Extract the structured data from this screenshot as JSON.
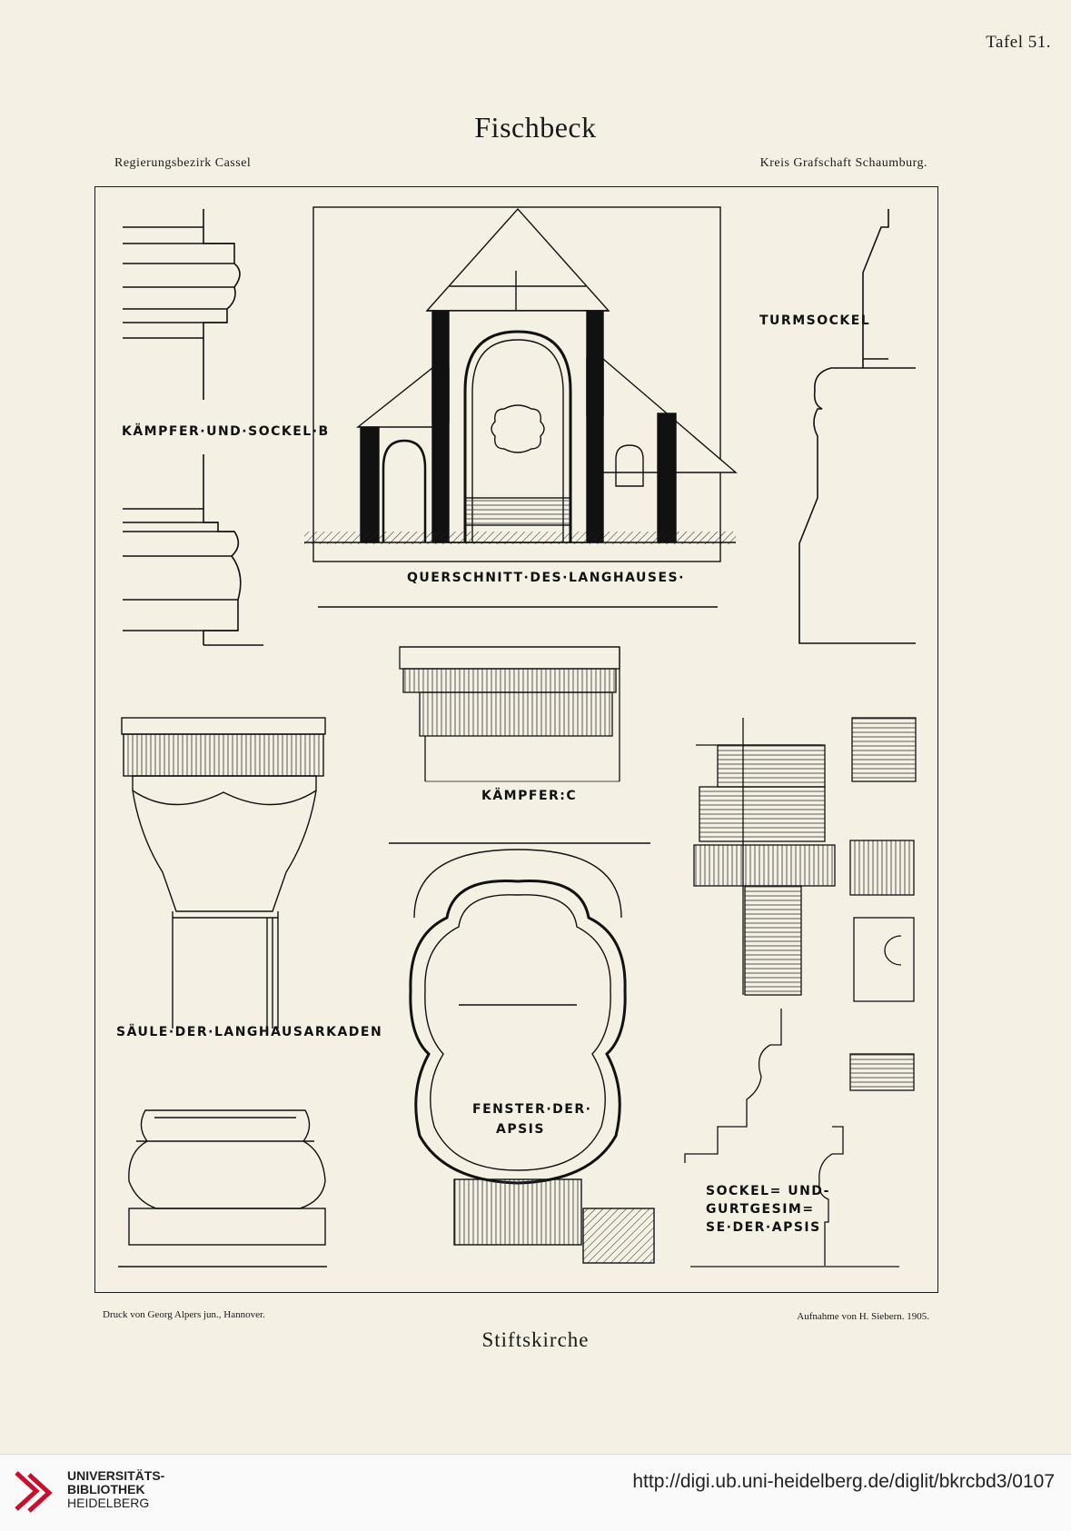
{
  "header": {
    "plate_number": "Tafel 51.",
    "title": "Fischbeck",
    "region_left": "Regierungsbezirk Cassel",
    "region_right": "Kreis Grafschaft Schaumburg."
  },
  "drawing_labels": {
    "kaempfer_b": "KÄMPFER·UND·SOCKEL·B",
    "querschnitt": "QUERSCHNITT·DES·LANGHAUSES·",
    "turmsockel": "TURMSOCKEL",
    "kaempfer_c": "KÄMPFER:C",
    "saeule": "SÄULE·DER·LANGHAUSARKADEN",
    "fenster_line1": "FENSTER·DER·",
    "fenster_line2": "APSIS",
    "sockel_line1": "SOCKEL= UND-",
    "sockel_line2": "GURTGESIM=",
    "sockel_line3": "SE·DER·APSIS"
  },
  "credits": {
    "printer": "Druck von Georg Alpers jun., Hannover.",
    "survey": "Aufnahme von H. Siebern.  1905."
  },
  "subtitle": "Stiftskirche",
  "footer": {
    "library_line1": "UNIVERSITÄTS-",
    "library_line2": "BIBLIOTHEK",
    "library_line3": "HEIDELBERG",
    "url": "http://digi.ub.uni-heidelberg.de/diglit/bkrcbd3/0107",
    "brand_color": "#c8102e"
  }
}
